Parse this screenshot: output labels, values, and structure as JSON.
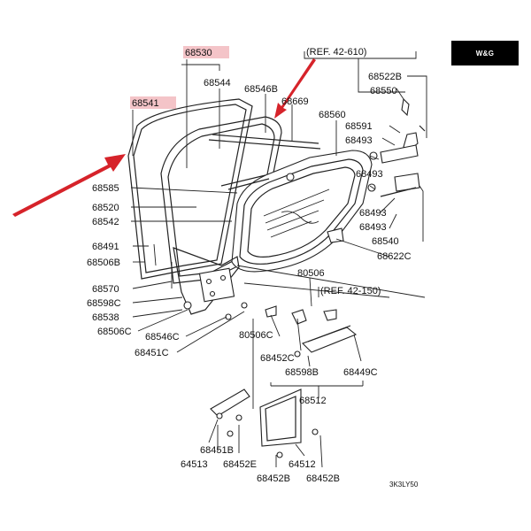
{
  "brand": {
    "logo_text": "W&G",
    "logo_bg": "#000000",
    "logo_fg": "#ffffff"
  },
  "diagram_code": "3K3LY50",
  "refs": {
    "top": "(REF. 42-610)",
    "middle": "(REF. 42-150)"
  },
  "highlight_color": "#f4c4c8",
  "arrow_color": "#d6232a",
  "highlighted_parts": [
    "68530",
    "68541"
  ],
  "labels": {
    "p68530": "68530",
    "p68544": "68544",
    "p68546B": "68546B",
    "p68669": "68669",
    "p68541": "68541",
    "p68560": "68560",
    "p68522B": "68522B",
    "p68550": "68550",
    "p68591": "68591",
    "p68493a": "68493",
    "p68493b": "68493",
    "p68493c": "68493",
    "p68493d": "68493",
    "p68540": "68540",
    "p68622C": "68622C",
    "p68585": "68585",
    "p68520": "68520",
    "p68542": "68542",
    "p68491": "68491",
    "p68506B": "68506B",
    "p68570": "68570",
    "p68598C": "68598C",
    "p68538": "68538",
    "p68506C": "68506C",
    "p68546C": "68546C",
    "p68451C": "68451C",
    "p80506": "80506",
    "p80506C": "80506C",
    "p68452C": "68452C",
    "p68598B": "68598B",
    "p68449C": "68449C",
    "p68512": "68512",
    "p68451B": "68451B",
    "p64513": "64513",
    "p68452E": "68452E",
    "p64512": "64512",
    "p68452Ba": "68452B",
    "p68452Bb": "68452B"
  }
}
